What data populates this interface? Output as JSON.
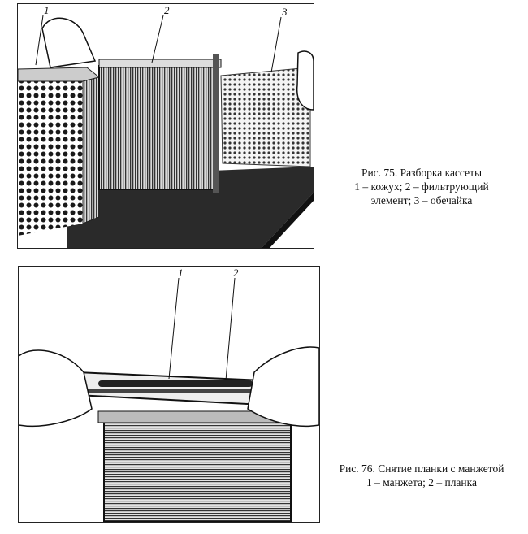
{
  "figure75": {
    "callouts": [
      "1",
      "2",
      "3"
    ],
    "caption_title": "Рис. 75. Разборка кассеты",
    "caption_legend": "1 – кожух; 2 – фильтрующий элемент; 3 – обечайка"
  },
  "figure76": {
    "callouts": [
      "1",
      "2"
    ],
    "caption_title": "Рис. 76. Снятие планки с манжетой",
    "caption_legend": "1 – манжета; 2 – планка"
  }
}
